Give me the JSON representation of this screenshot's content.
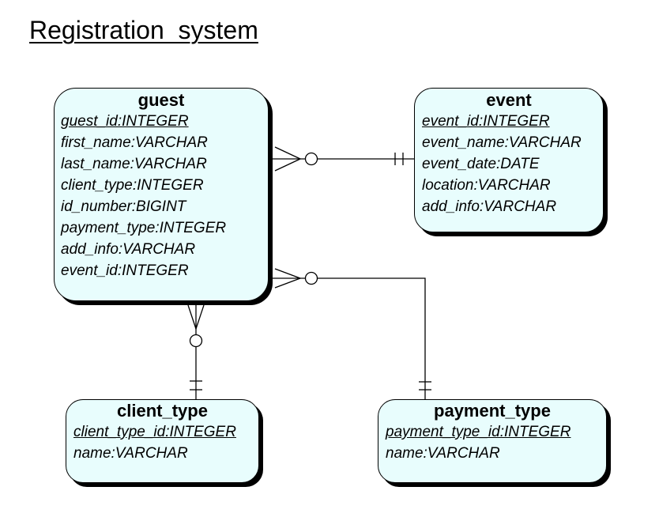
{
  "title": "Registration  system",
  "entities": {
    "guest": {
      "name": "guest",
      "attributes": [
        {
          "text": "guest_id:INTEGER",
          "pk": true
        },
        {
          "text": "first_name:VARCHAR",
          "pk": false
        },
        {
          "text": "last_name:VARCHAR",
          "pk": false
        },
        {
          "text": "client_type:INTEGER",
          "pk": false
        },
        {
          "text": "id_number:BIGINT",
          "pk": false
        },
        {
          "text": "payment_type:INTEGER",
          "pk": false
        },
        {
          "text": "add_info:VARCHAR",
          "pk": false
        },
        {
          "text": "event_id:INTEGER",
          "pk": false
        }
      ]
    },
    "event": {
      "name": "event",
      "attributes": [
        {
          "text": "event_id:INTEGER",
          "pk": true
        },
        {
          "text": "event_name:VARCHAR",
          "pk": false
        },
        {
          "text": "event_date:DATE",
          "pk": false
        },
        {
          "text": "location:VARCHAR",
          "pk": false
        },
        {
          "text": "add_info:VARCHAR",
          "pk": false
        }
      ]
    },
    "client_type": {
      "name": "client_type",
      "attributes": [
        {
          "text": "client_type_id:INTEGER",
          "pk": true
        },
        {
          "text": "name:VARCHAR",
          "pk": false
        }
      ]
    },
    "payment_type": {
      "name": "payment_type",
      "attributes": [
        {
          "text": "payment_type_id:INTEGER",
          "pk": true
        },
        {
          "text": "name:VARCHAR",
          "pk": false
        }
      ]
    }
  },
  "relationships": [
    {
      "from": "guest",
      "to": "event",
      "from_cardinality": "zero-or-many",
      "to_cardinality": "one-and-only-one"
    },
    {
      "from": "guest",
      "to": "payment_type",
      "from_cardinality": "zero-or-many",
      "to_cardinality": "one-and-only-one"
    },
    {
      "from": "guest",
      "to": "client_type",
      "from_cardinality": "zero-or-many",
      "to_cardinality": "one-and-only-one"
    }
  ],
  "colors": {
    "entity_fill": "#e8fdfd",
    "outline": "#000000"
  }
}
